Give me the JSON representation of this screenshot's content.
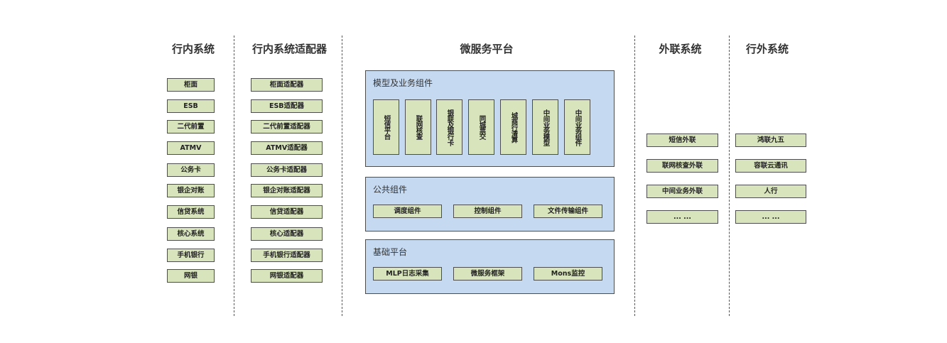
{
  "columns": {
    "internal": {
      "title": "行内系统",
      "items": [
        "柜面",
        "ESB",
        "二代前置",
        "ATMV",
        "公务卡",
        "银企对账",
        "信贷系统",
        "核心系统",
        "手机银行",
        "网银"
      ]
    },
    "adapters": {
      "title": "行内系统适配器",
      "items": [
        "柜面适配器",
        "ESB适配器",
        "二代前置适配器",
        "ATMV适配器",
        "公务卡适配器",
        "银企对账适配器",
        "信贷适配器",
        "核心适配器",
        "手机银行适配器",
        "网银适配器"
      ]
    },
    "platform": {
      "title": "微服务平台",
      "model": {
        "title": "模型及业务组件",
        "items": [
          "短信平台",
          "联网核查",
          "银联及银行卡",
          "同城票交",
          "城商行清算",
          "中间业务模型",
          "中间业务组件"
        ]
      },
      "common": {
        "title": "公共组件",
        "items": [
          "调度组件",
          "控制组件",
          "文件传输组件"
        ]
      },
      "base": {
        "title": "基础平台",
        "items": [
          "MLP日志采集",
          "微服务框架",
          "Mons监控"
        ]
      }
    },
    "external_link": {
      "title": "外联系统",
      "items": [
        "短信外联",
        "联网核查外联",
        "中间业务外联",
        "... ..."
      ]
    },
    "external": {
      "title": "行外系统",
      "items": [
        "鸿联九五",
        "容联云通讯",
        "人行",
        "... ..."
      ]
    }
  },
  "colors": {
    "green_box": "#d8e4bc",
    "blue_panel": "#c5d9f1",
    "border": "#4d4d4d"
  }
}
